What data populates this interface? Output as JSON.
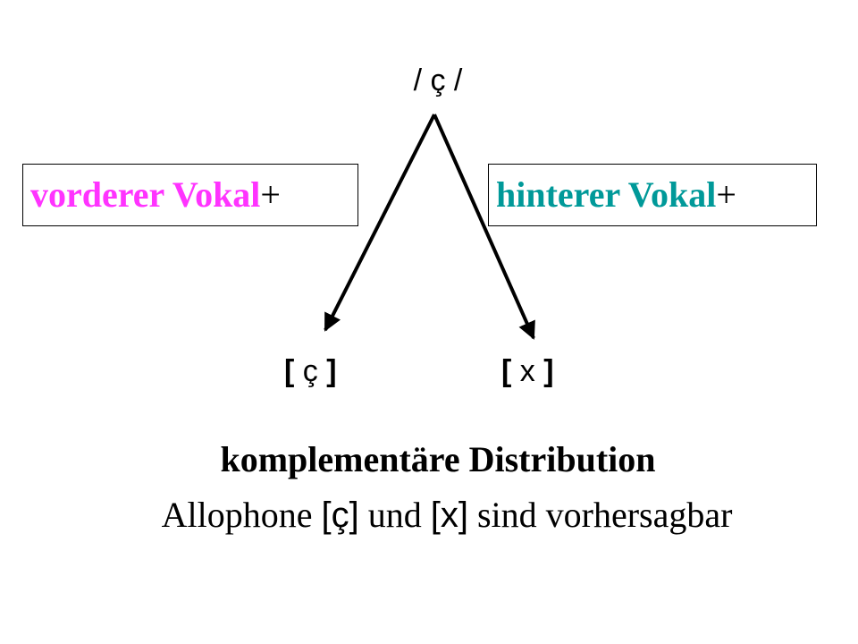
{
  "diagram": {
    "phoneme": "/ ç /",
    "left_condition": {
      "word": "vorderer Vokal",
      "plus": "+",
      "color": "#ff33ff"
    },
    "right_condition": {
      "word": "hinterer Vokal",
      "plus": "+",
      "color": "#009999"
    },
    "left_allophone": {
      "open": "[",
      "symbol": " ç ",
      "close": "]"
    },
    "right_allophone": {
      "open": "[",
      "symbol": " x ",
      "close": "]"
    }
  },
  "caption": {
    "title": "komplementäre Distribution",
    "sub_part1": "Allophone ",
    "sub_sym1": "[ç]",
    "sub_part2": " und ",
    "sub_sym2": "[x]",
    "sub_part3": " sind vorhersagbar"
  }
}
